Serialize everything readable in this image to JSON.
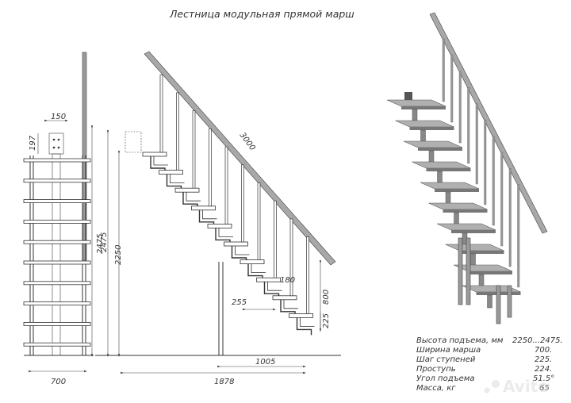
{
  "title": "Лестница модульная прямой марш",
  "front_view": {
    "dims": {
      "bracket_w": "150",
      "bracket_h": "197",
      "height": "2475",
      "width": "700"
    }
  },
  "side_view": {
    "dims": {
      "handrail": "3000",
      "height_full": "2475",
      "height_floor": "2250",
      "tread": "180",
      "step_w": "255",
      "step_h": "225",
      "rise_800": "800",
      "run": "1005",
      "total_len": "1878"
    }
  },
  "specs": [
    {
      "label": "Высота подъема, мм",
      "value": "2250...2475."
    },
    {
      "label": "Ширина марша",
      "value": "700."
    },
    {
      "label": "Шаг ступеней",
      "value": "225."
    },
    {
      "label": "Проступь",
      "value": "224."
    },
    {
      "label": "Угол подъема",
      "value": "51.5°"
    },
    {
      "label": "Масса, кг",
      "value": "65"
    }
  ],
  "watermark": "Avito",
  "colors": {
    "line": "#333333",
    "steel": "#9a9a9a",
    "tread": "#a8a8a8"
  }
}
